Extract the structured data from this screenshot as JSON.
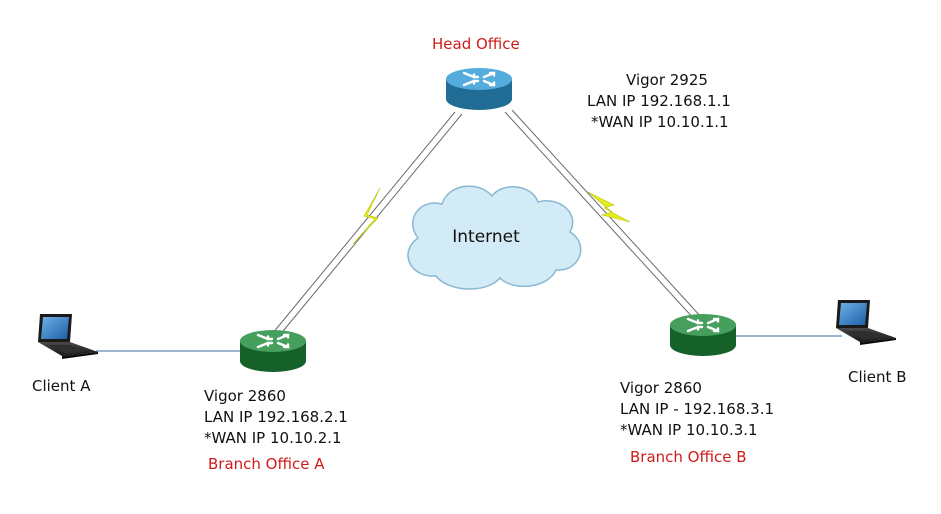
{
  "colors": {
    "site_label": "#d11a1a",
    "text": "#111111",
    "hub_router": "#2f9ad4",
    "branch_router": "#1f8a3a",
    "lightning": "#e6ee1a",
    "link_line": "#6a6a6a",
    "cloud_fill": "#d3eaf7",
    "cloud_stroke": "#8ab8d4"
  },
  "nodes": {
    "head_office": {
      "site_label": "Head Office",
      "model": "Vigor 2925",
      "lan_ip": "LAN IP 192.168.1.1",
      "wan_ip": "*WAN IP 10.10.1.1",
      "icon": "router-icon"
    },
    "branch_a": {
      "site_label": "Branch Office A",
      "model": "Vigor 2860",
      "lan_ip": "LAN IP 192.168.2.1",
      "wan_ip": "*WAN IP 10.10.2.1",
      "icon": "router-icon"
    },
    "branch_b": {
      "site_label": "Branch Office B",
      "model": "Vigor 2860",
      "lan_ip": "LAN IP - 192.168.3.1",
      "wan_ip": "*WAN IP 10.10.3.1",
      "icon": "router-icon"
    },
    "client_a": {
      "label": "Client A",
      "icon": "laptop-icon"
    },
    "client_b": {
      "label": "Client B",
      "icon": "laptop-icon"
    },
    "internet": {
      "label": "Internet",
      "icon": "cloud-icon"
    }
  },
  "links": [
    {
      "from": "head_office",
      "to": "branch_a",
      "type": "wan",
      "icon": "lightning-icon"
    },
    {
      "from": "head_office",
      "to": "branch_b",
      "type": "wan",
      "icon": "lightning-icon"
    },
    {
      "from": "branch_a",
      "to": "client_a",
      "type": "lan"
    },
    {
      "from": "branch_b",
      "to": "client_b",
      "type": "lan"
    }
  ]
}
